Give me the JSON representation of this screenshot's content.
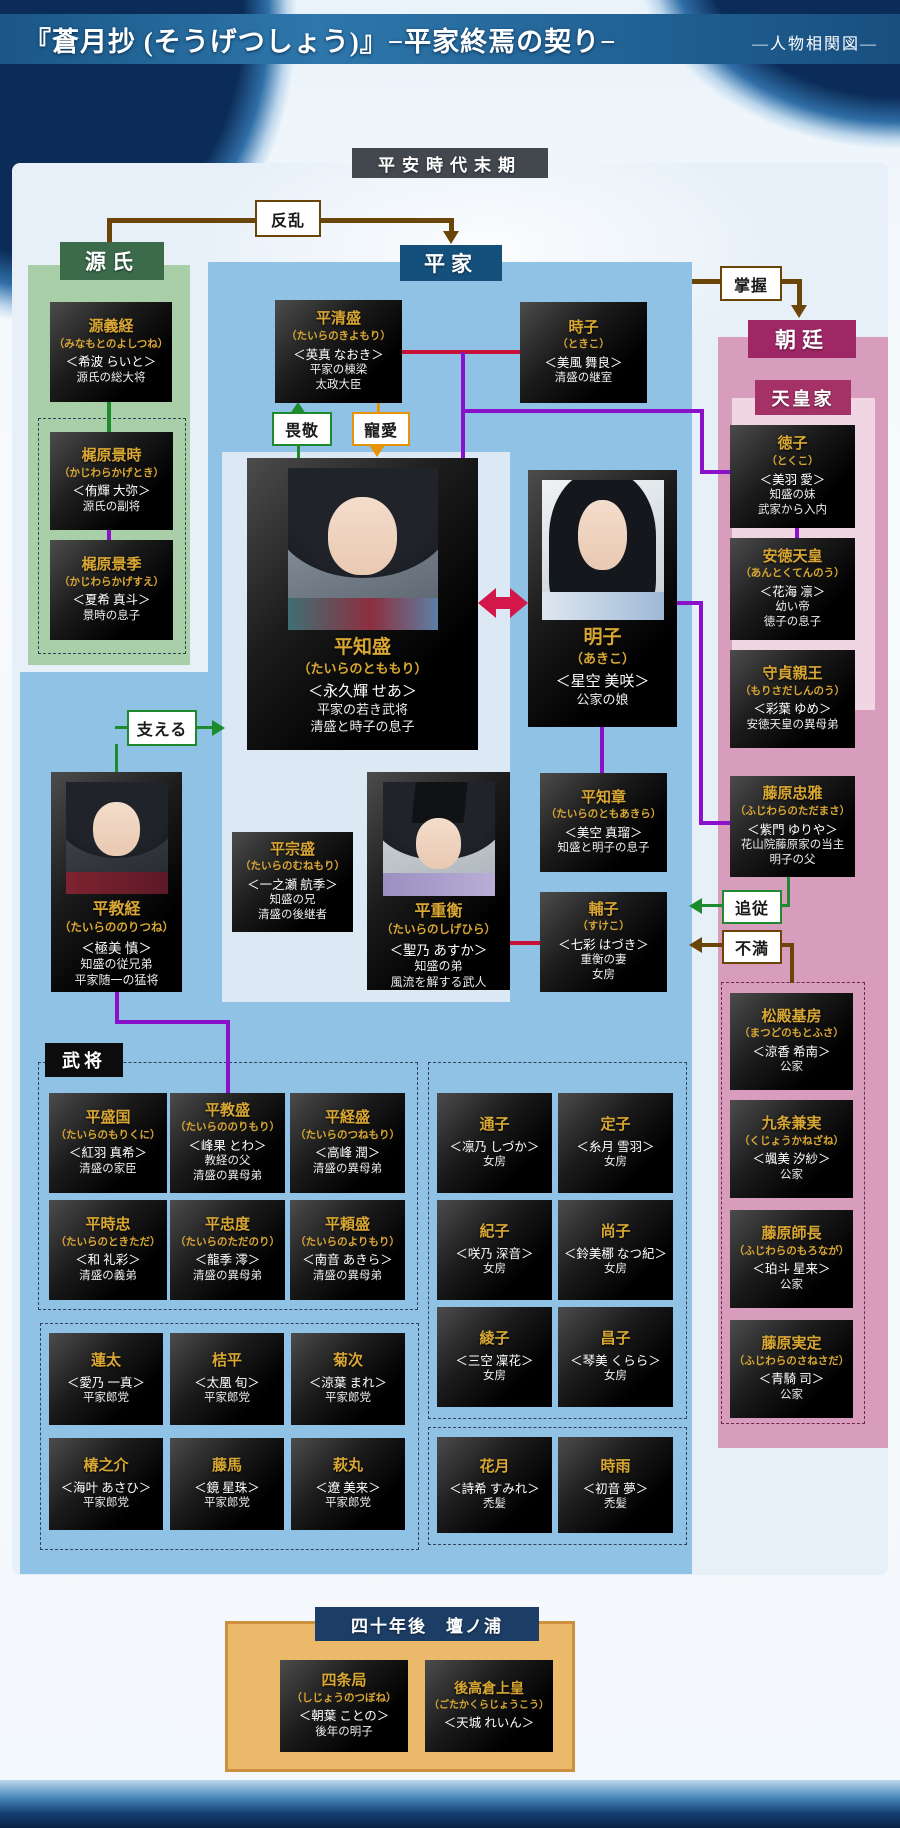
{
  "page": {
    "title": "『蒼月抄 (そうげつしょう)』−平家終焉の契り−",
    "subtitle": "―人物相関図―",
    "era_label": "平安時代末期",
    "finale_label": "四十年後　壇ノ浦"
  },
  "groups": {
    "genji": "源氏",
    "heike": "平家",
    "court": "朝廷",
    "imperial": "天皇家",
    "bushou": "武将"
  },
  "relations": {
    "hanran": "反乱",
    "shouaku": "掌握",
    "ikei": "畏敬",
    "chouai": "寵愛",
    "sasaeru": "支える",
    "tsuishou": "追従",
    "fuman": "不満"
  },
  "colors": {
    "line_brown": "#6b4408",
    "line_purple": "#8a10ca",
    "line_red": "#c81038",
    "line_green": "#1d8a2e",
    "line_orange": "#e6920a",
    "love_arrow": "#d4174a",
    "panel_blue": "#8fc2e4",
    "panel_green": "#a9cfa9",
    "panel_pink": "#d89cbc",
    "name_gold": "#d9a733"
  },
  "people": {
    "yoshitsune": {
      "name": "源義経",
      "reading": "（みなもとのよしつね）",
      "actor": "＜希波 らいと＞",
      "role1": "源氏の総大将"
    },
    "kagetoki": {
      "name": "梶原景時",
      "reading": "（かじわらかげとき）",
      "actor": "＜侑輝 大弥＞",
      "role1": "源氏の副将"
    },
    "kagesue": {
      "name": "梶原景季",
      "reading": "（かじわらかげすえ）",
      "actor": "＜夏希 真斗＞",
      "role1": "景時の息子"
    },
    "kiyomori": {
      "name": "平清盛",
      "reading": "（たいらのきよもり）",
      "actor": "＜英真 なおき＞",
      "role1": "平家の棟梁",
      "role2": "太政大臣"
    },
    "tokiko": {
      "name": "時子",
      "reading": "（ときこ）",
      "actor": "＜美風 舞良＞",
      "role1": "清盛の継室"
    },
    "tomomori": {
      "name": "平知盛",
      "reading": "（たいらのとももり）",
      "actor": "＜永久輝 せあ＞",
      "role1": "平家の若き武将",
      "role2": "清盛と時子の息子"
    },
    "akiko": {
      "name": "明子",
      "reading": "（あきこ）",
      "actor": "＜星空 美咲＞",
      "role1": "公家の娘"
    },
    "munemori": {
      "name": "平宗盛",
      "reading": "（たいらのむねもり）",
      "actor": "＜一之瀬 航季＞",
      "role1": "知盛の兄",
      "role2": "清盛の後継者"
    },
    "shigehira": {
      "name": "平重衡",
      "reading": "（たいらのしげひら）",
      "actor": "＜聖乃 あすか＞",
      "role1": "知盛の弟",
      "role2": "風流を解する武人"
    },
    "noritsune": {
      "name": "平教経",
      "reading": "（たいらののりつね）",
      "actor": "＜極美 慎＞",
      "role1": "知盛の従兄弟",
      "role2": "平家随一の猛将"
    },
    "tomoakira": {
      "name": "平知章",
      "reading": "（たいらのともあきら）",
      "actor": "＜美空 真瑠＞",
      "role1": "知盛と明子の息子"
    },
    "sukeko": {
      "name": "輔子",
      "reading": "（すけこ）",
      "actor": "＜七彩 はづき＞",
      "role1": "重衡の妻",
      "role2": "女房"
    },
    "tokuko": {
      "name": "徳子",
      "reading": "（とくこ）",
      "actor": "＜美羽 愛＞",
      "role1": "知盛の妹",
      "role2": "武家から入内"
    },
    "antoku": {
      "name": "安徳天皇",
      "reading": "（あんとくてんのう）",
      "actor": "＜花海 凛＞",
      "role1": "幼い帝",
      "role2": "徳子の息子"
    },
    "morisada": {
      "name": "守貞親王",
      "reading": "（もりさだしんのう）",
      "actor": "＜彩葉 ゆめ＞",
      "role1": "安徳天皇の異母弟"
    },
    "tadamasa": {
      "name": "藤原忠雅",
      "reading": "（ふじわらのただまさ）",
      "actor": "＜紫門 ゆりや＞",
      "role1": "花山院藤原家の当主",
      "role2": "明子の父"
    },
    "motofusa": {
      "name": "松殿基房",
      "reading": "（まつどのもとふさ）",
      "actor": "＜涼香 希南＞",
      "role1": "公家"
    },
    "kanezane": {
      "name": "九条兼実",
      "reading": "（くじょうかねざね）",
      "actor": "＜颯美 汐紗＞",
      "role1": "公家"
    },
    "moronaga": {
      "name": "藤原師長",
      "reading": "（ふじわらのもろなが）",
      "actor": "＜珀斗 星来＞",
      "role1": "公家"
    },
    "sanesada": {
      "name": "藤原実定",
      "reading": "（ふじわらのさねさだ）",
      "actor": "＜青騎 司＞",
      "role1": "公家"
    },
    "morikuni": {
      "name": "平盛国",
      "reading": "（たいらのもりくに）",
      "actor": "＜紅羽 真希＞",
      "role1": "清盛の家臣"
    },
    "norimori": {
      "name": "平教盛",
      "reading": "（たいらののりもり）",
      "actor": "＜峰果 とわ＞",
      "role1": "教経の父",
      "role2": "清盛の異母弟"
    },
    "tsunemori": {
      "name": "平経盛",
      "reading": "（たいらのつねもり）",
      "actor": "＜高峰 潤＞",
      "role1": "清盛の異母弟"
    },
    "tokitada": {
      "name": "平時忠",
      "reading": "（たいらのときただ）",
      "actor": "＜和 礼彩＞",
      "role1": "清盛の義弟"
    },
    "tadanori": {
      "name": "平忠度",
      "reading": "（たいらのただのり）",
      "actor": "＜龍季 澪＞",
      "role1": "清盛の異母弟"
    },
    "yorimori": {
      "name": "平頼盛",
      "reading": "（たいらのよりもり）",
      "actor": "＜南音 あきら＞",
      "role1": "清盛の異母弟"
    },
    "renta": {
      "name": "蓮太",
      "actor": "＜愛乃 一真＞",
      "role1": "平家郎党"
    },
    "kippei": {
      "name": "桔平",
      "actor": "＜太凰 旬＞",
      "role1": "平家郎党"
    },
    "kikuji": {
      "name": "菊次",
      "actor": "＜涼葉 まれ＞",
      "role1": "平家郎党"
    },
    "tsubakinosuke": {
      "name": "椿之介",
      "actor": "＜海叶 あさひ＞",
      "role1": "平家郎党"
    },
    "touma": {
      "name": "藤馬",
      "actor": "＜鏡 星珠＞",
      "role1": "平家郎党"
    },
    "hagimaru": {
      "name": "萩丸",
      "actor": "＜遼 美来＞",
      "role1": "平家郎党"
    },
    "michiko": {
      "name": "通子",
      "actor": "＜凛乃 しづか＞",
      "role1": "女房"
    },
    "sadako": {
      "name": "定子",
      "actor": "＜糸月 雪羽＞",
      "role1": "女房"
    },
    "noriko": {
      "name": "紀子",
      "actor": "＜咲乃 深音＞",
      "role1": "女房"
    },
    "naoko": {
      "name": "尚子",
      "actor": "＜鈴美梛 なつ紀＞",
      "role1": "女房"
    },
    "ayako": {
      "name": "綾子",
      "actor": "＜三空 凜花＞",
      "role1": "女房"
    },
    "masako": {
      "name": "昌子",
      "actor": "＜琴美 くらら＞",
      "role1": "女房"
    },
    "kagetsu": {
      "name": "花月",
      "actor": "＜詩希 すみれ＞",
      "role1": "禿髪"
    },
    "shigure": {
      "name": "時雨",
      "actor": "＜初音 夢＞",
      "role1": "禿髪"
    },
    "shijou": {
      "name": "四条局",
      "reading": "（しじょうのつぼね）",
      "actor": "＜朝葉 ことの＞",
      "role1": "後年の明子"
    },
    "gotakakura": {
      "name": "後高倉上皇",
      "reading": "（ごたかくらじょうこう）",
      "actor": "＜天城 れいん＞"
    }
  }
}
